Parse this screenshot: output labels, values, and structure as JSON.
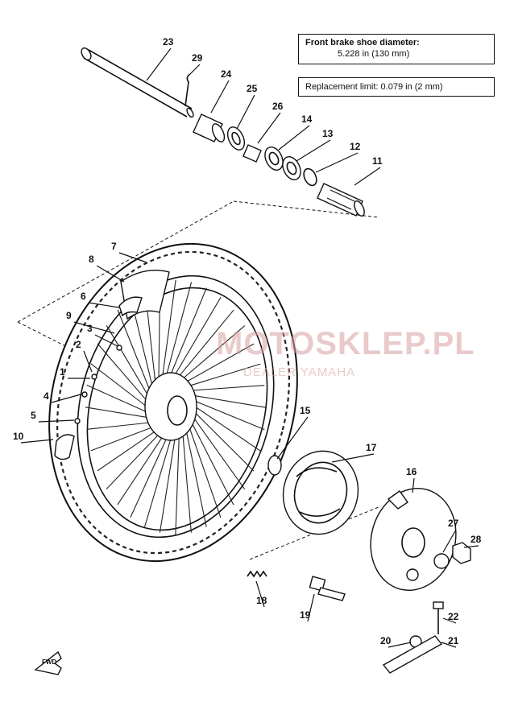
{
  "notes": {
    "brake_shoe_label": "Front brake shoe diameter:",
    "brake_shoe_value": "5.228 in (130 mm)",
    "replacement_limit": "Replacement limit:  0.079 in (2 mm)"
  },
  "watermark": {
    "title": "MOTOSKLEP.PL",
    "subtitle": "DEALER YAMAHA"
  },
  "callouts": [
    "1",
    "2",
    "3",
    "4",
    "5",
    "6",
    "7",
    "8",
    "9",
    "10",
    "11",
    "12",
    "13",
    "14",
    "15",
    "16",
    "17",
    "18",
    "19",
    "20",
    "21",
    "22",
    "23",
    "24",
    "25",
    "26",
    "27",
    "28",
    "29"
  ],
  "fwd_label": "FWD"
}
